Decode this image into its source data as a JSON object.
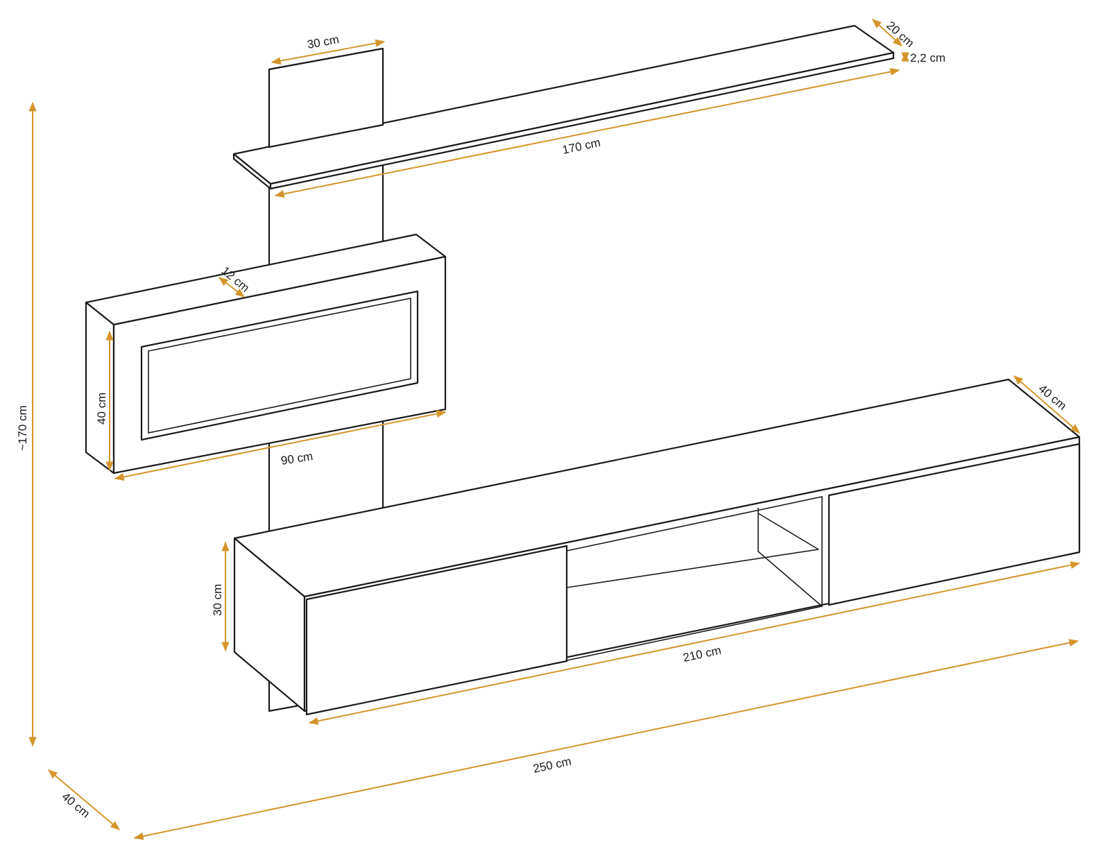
{
  "dimensions": {
    "post_width": "30 cm",
    "shelf_depth": "20 cm",
    "shelf_thickness": "2,2 cm",
    "shelf_length": "170 cm",
    "frame_depth": "12 cm",
    "frame_height": "40 cm",
    "frame_width": "90 cm",
    "total_height": "~170 cm",
    "cabinet_depth": "40 cm",
    "cabinet_height": "30 cm",
    "cabinet_length": "210 cm",
    "total_width": "250 cm",
    "total_depth": "40 cm"
  },
  "colors": {
    "outline": "#1a1a1a",
    "dimension_line": "#d4952a",
    "background": "#ffffff"
  }
}
